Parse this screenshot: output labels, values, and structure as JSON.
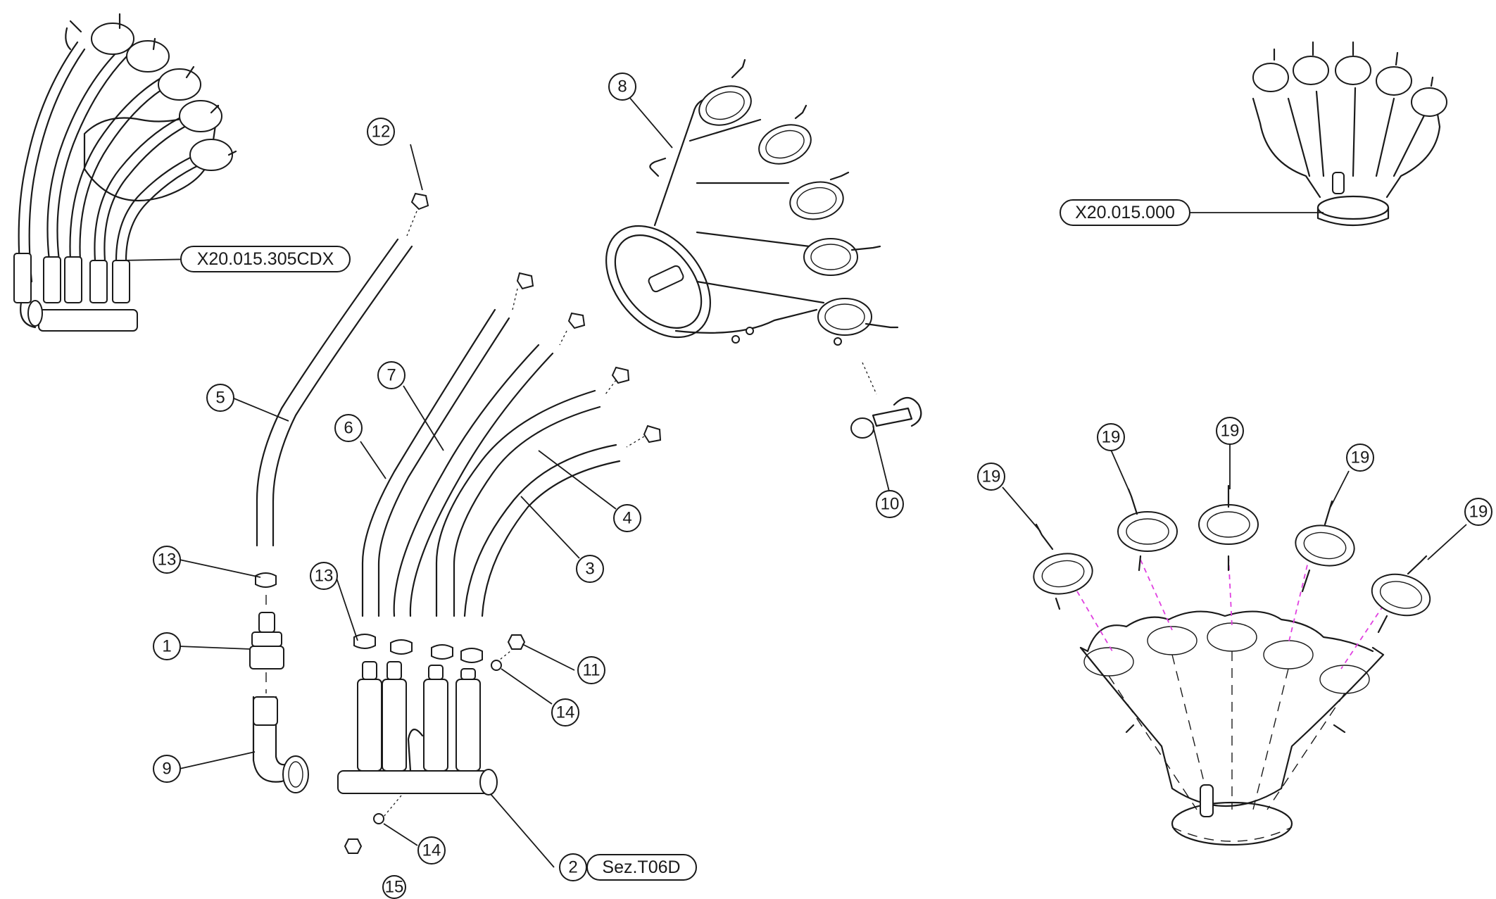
{
  "balloons": [
    {
      "id": "b1",
      "label": "1"
    },
    {
      "id": "b2",
      "label": "2"
    },
    {
      "id": "b3",
      "label": "3"
    },
    {
      "id": "b4",
      "label": "4"
    },
    {
      "id": "b5",
      "label": "5"
    },
    {
      "id": "b6",
      "label": "6"
    },
    {
      "id": "b7",
      "label": "7"
    },
    {
      "id": "b8",
      "label": "8"
    },
    {
      "id": "b9",
      "label": "9"
    },
    {
      "id": "b10",
      "label": "10"
    },
    {
      "id": "b11",
      "label": "11"
    },
    {
      "id": "b12",
      "label": "12"
    },
    {
      "id": "b13a",
      "label": "13"
    },
    {
      "id": "b13b",
      "label": "13"
    },
    {
      "id": "b14a",
      "label": "14"
    },
    {
      "id": "b14b",
      "label": "14"
    },
    {
      "id": "b15",
      "label": "15"
    },
    {
      "id": "b19a",
      "label": "19"
    },
    {
      "id": "b19b",
      "label": "19"
    },
    {
      "id": "b19c",
      "label": "19"
    },
    {
      "id": "b19d",
      "label": "19"
    },
    {
      "id": "b19e",
      "label": "19"
    }
  ],
  "codes": {
    "assembly_hoses": "X20.015.305CDX",
    "assembly_manifold": "X20.015.000",
    "section_ref": "Sez.T06D"
  },
  "colors": {
    "line": "#1a1a1a",
    "projection": "#e040e0"
  }
}
